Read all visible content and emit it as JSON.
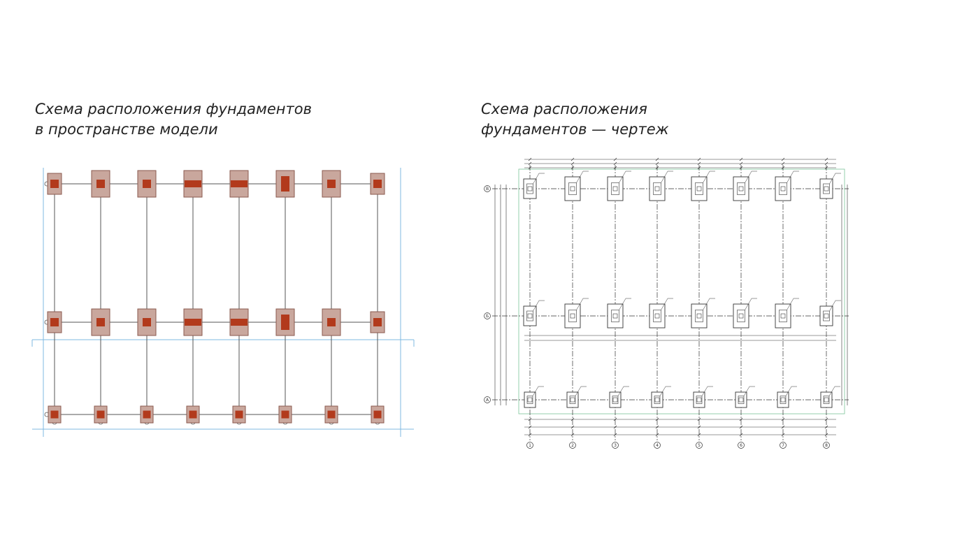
{
  "captions": {
    "model": {
      "line1": "Схема расположения фундаментов",
      "line2": "в пространстве модели"
    },
    "drawing": {
      "line1": "Схема расположения",
      "line2": "фундаментов — чертеж"
    }
  },
  "colors": {
    "footing_fill": "#c9a79d",
    "footing_stroke": "#8a5a4e",
    "column": "#b23a1c",
    "model_grid": "#555555",
    "model_frame": "#7fb8e0",
    "drawing_line": "#333333",
    "drawing_frame": "#7cc49a"
  },
  "drawing": {
    "column_marks": [
      "1",
      "2",
      "3",
      "4",
      "5",
      "6",
      "7",
      "8"
    ],
    "row_marks": [
      "В",
      "Б",
      "А"
    ]
  }
}
